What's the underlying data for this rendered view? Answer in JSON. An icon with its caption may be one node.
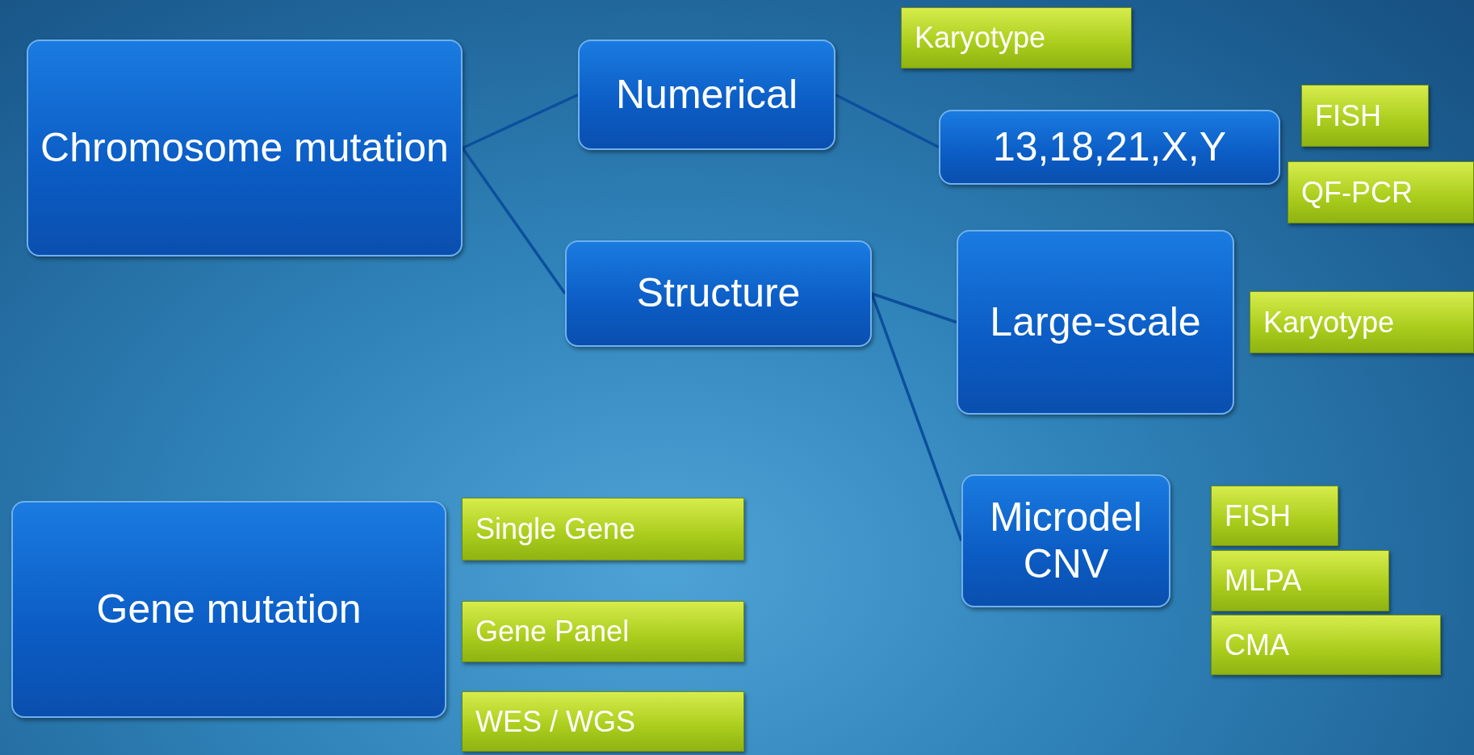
{
  "diagram": {
    "nodes": [
      {
        "text": [
          "Chromosome mutation"
        ]
      },
      {
        "text": [
          "Numerical"
        ]
      },
      {
        "text": [
          "Structure"
        ]
      },
      {
        "text": [
          "Karyotype"
        ]
      },
      {
        "text": [
          "13,18,21,X,Y"
        ]
      },
      {
        "text": [
          "FISH"
        ]
      },
      {
        "text": [
          "QF-PCR"
        ]
      },
      {
        "text": [
          "Large-scale"
        ]
      },
      {
        "text": [
          "Karyotype"
        ]
      },
      {
        "text": [
          "Microdel CNV"
        ]
      },
      {
        "text": [
          "FISH"
        ]
      },
      {
        "text": [
          "MLPA"
        ]
      },
      {
        "text": [
          "CMA"
        ]
      },
      {
        "text": [
          "Gene mutation"
        ]
      },
      {
        "text": [
          "Single Gene"
        ]
      },
      {
        "text": [
          "Gene Panel"
        ]
      },
      {
        "text": [
          "WES / WGS"
        ]
      }
    ],
    "edges": [
      {
        "from": 0,
        "to": 1,
        "arrow": "none"
      },
      {
        "from": 0,
        "to": 2,
        "arrow": "none"
      },
      {
        "from": 1,
        "to": 4,
        "arrow": "none"
      },
      {
        "from": 2,
        "to": 7,
        "arrow": "none"
      },
      {
        "from": 2,
        "to": 9,
        "arrow": "none"
      }
    ]
  }
}
